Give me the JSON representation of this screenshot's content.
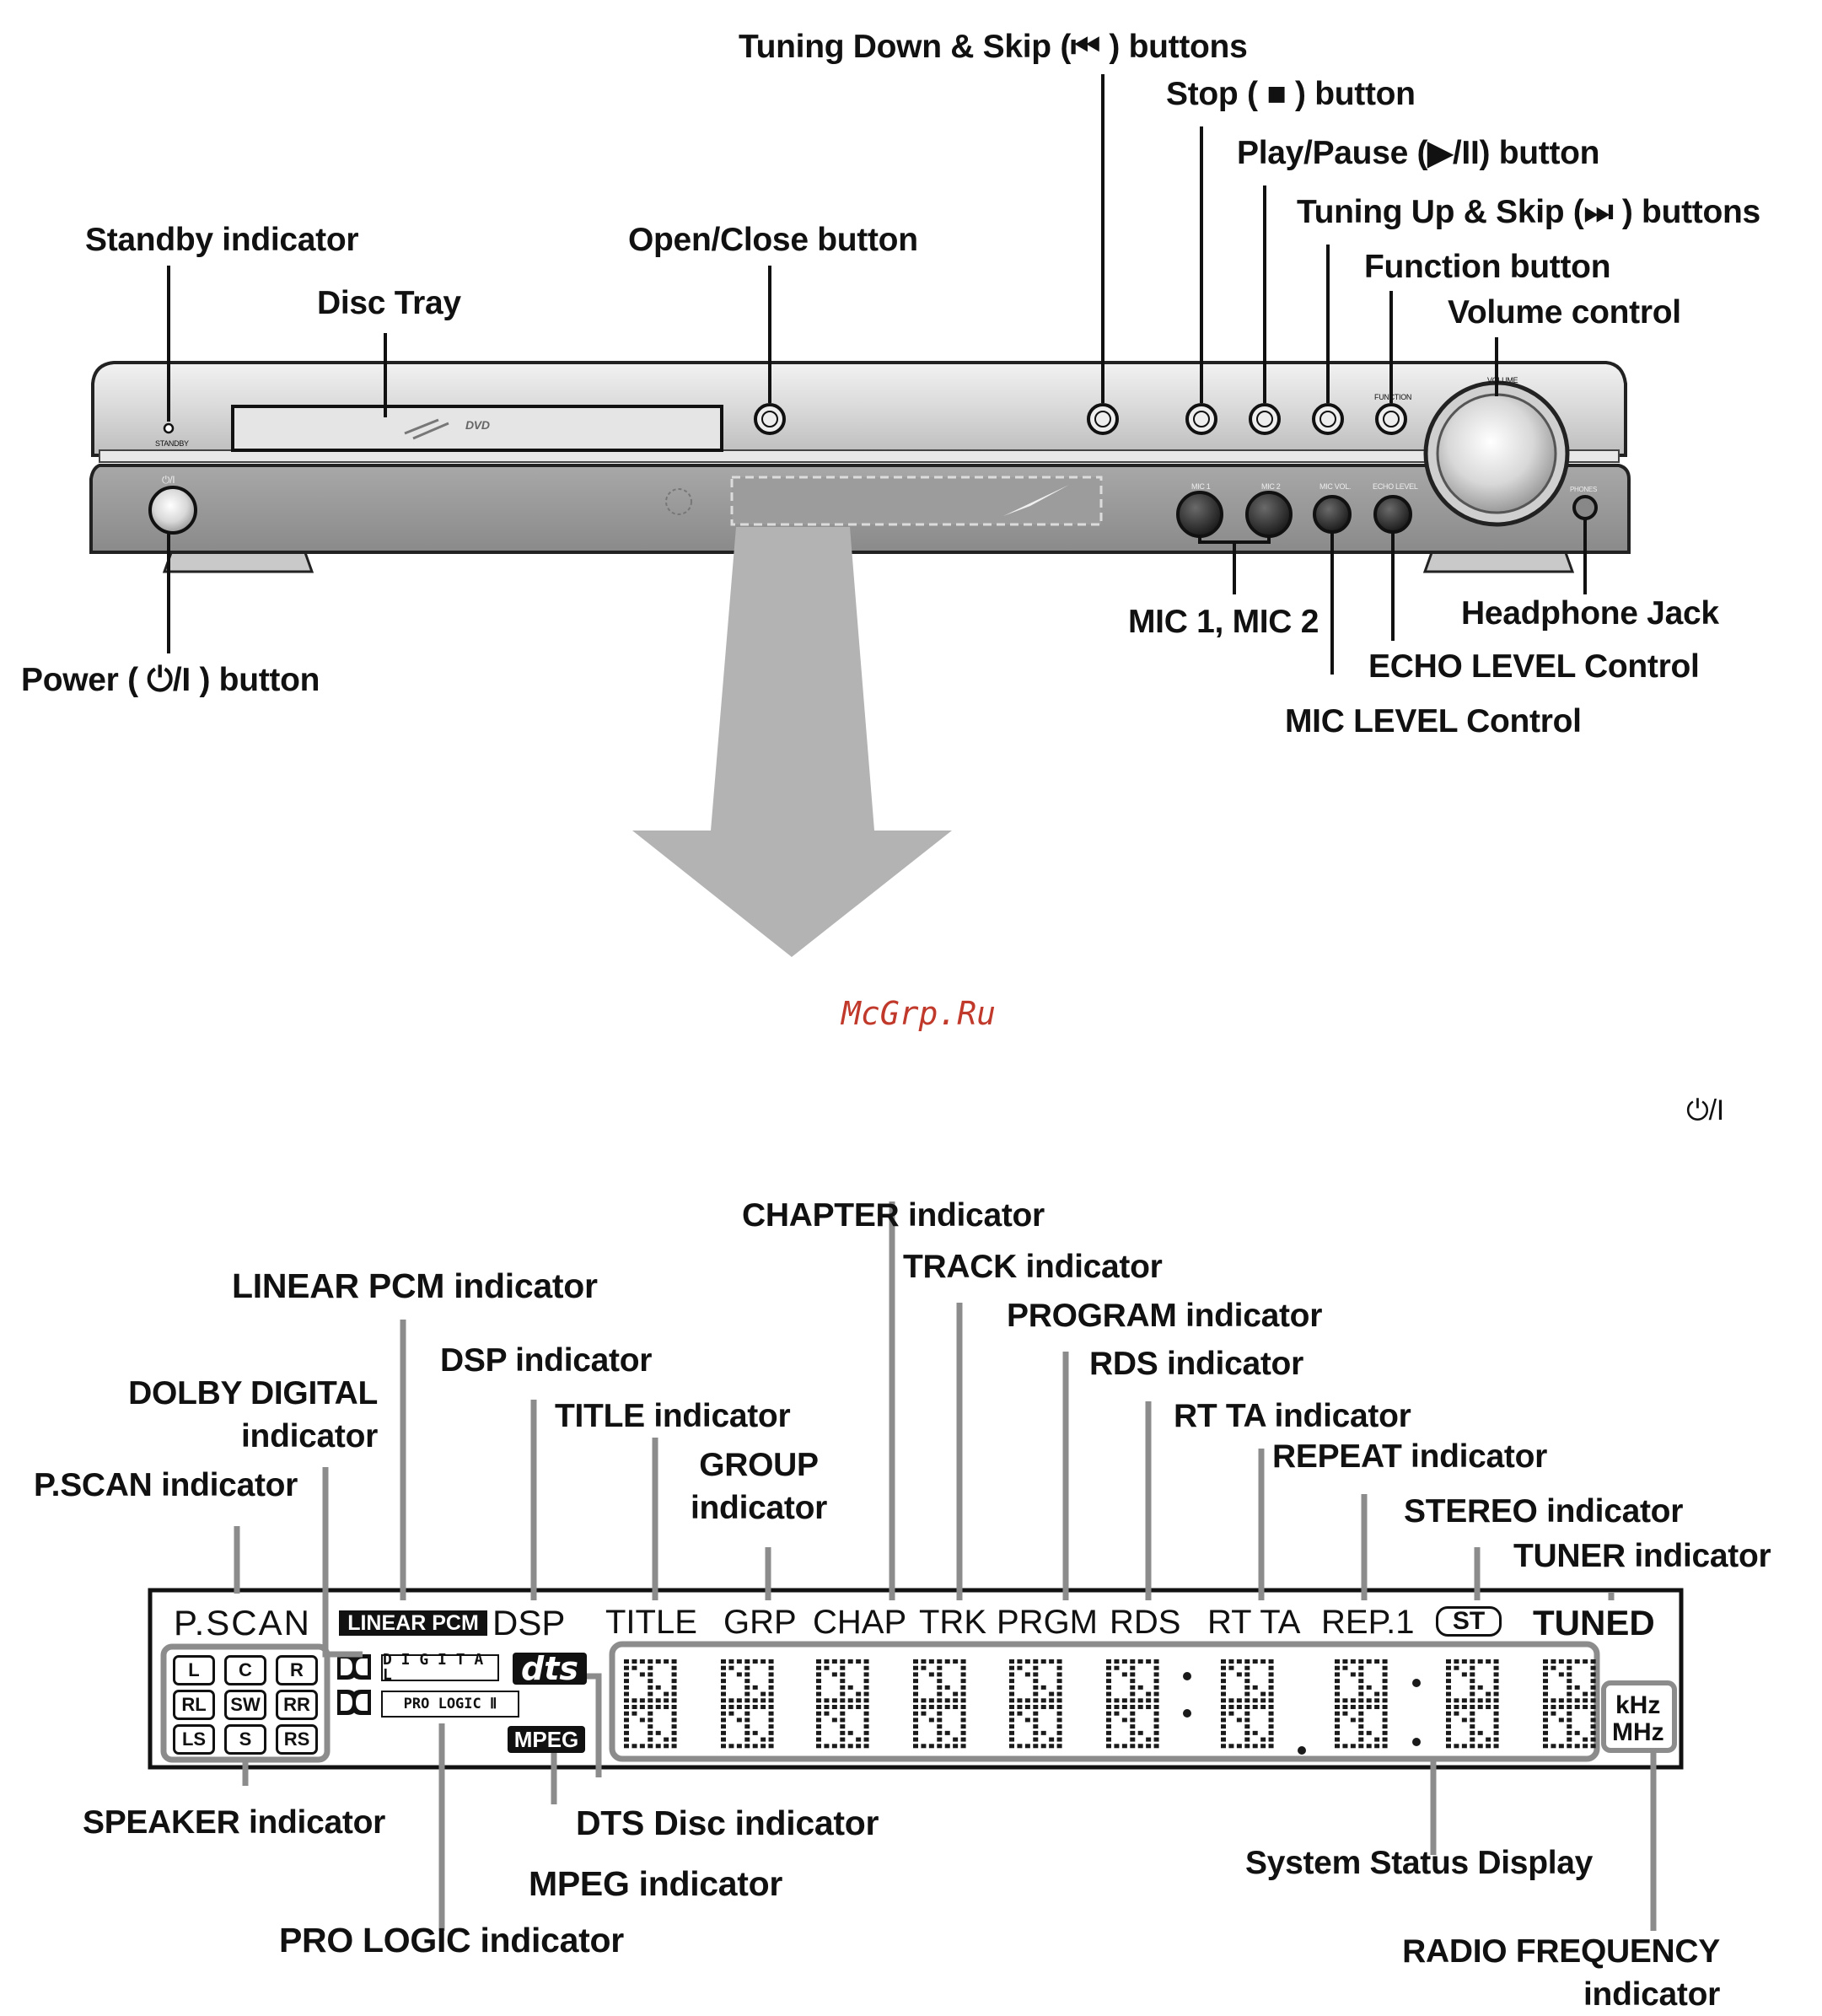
{
  "watermark": "McGrp.Ru",
  "power_symbol": "⏻/I",
  "front_panel": {
    "callouts": {
      "tuning_down": "Tuning Down & Skip (⏮ ) buttons",
      "stop": "Stop ( ■ ) button",
      "play_pause": "Play/Pause (▶/II) button",
      "tuning_up": "Tuning Up & Skip (⏭ ) buttons",
      "function": "Function button",
      "volume": "Volume control",
      "standby": "Standby indicator",
      "disc_tray": "Disc Tray",
      "open_close": "Open/Close button",
      "power": "Power ( ⏻/I ) button",
      "mic12": "MIC 1, MIC 2",
      "headphone": "Headphone Jack",
      "echo_level": "ECHO LEVEL Control",
      "mic_level": "MIC LEVEL Control"
    },
    "device_text": {
      "standby": "STANDBY",
      "dvd": "DVD",
      "function": "FUNCTION",
      "volume": "VOLUME",
      "mic1": "MIC 1",
      "mic2": "MIC 2",
      "mic_vol": "MIC VOL.",
      "echo_level": "ECHO LEVEL",
      "phones": "PHONES",
      "power_knob": "⏻/I"
    }
  },
  "display_panel": {
    "callouts": {
      "chapter": "CHAPTER indicator",
      "linear_pcm": "LINEAR PCM indicator",
      "track": "TRACK indicator",
      "program": "PROGRAM indicator",
      "dsp": "DSP indicator",
      "rds": "RDS indicator",
      "dolby_digital": "DOLBY DIGITAL\nindicator",
      "title": "TITLE indicator",
      "rt_ta": "RT TA indicator",
      "group": "GROUP\nindicator",
      "repeat": "REPEAT indicator",
      "pscan": "P.SCAN indicator",
      "stereo": "STEREO indicator",
      "tuner": "TUNER indicator",
      "speaker": "SPEAKER indicator",
      "dts": "DTS Disc indicator",
      "system_status": "System Status Display",
      "mpeg": "MPEG indicator",
      "pro_logic": "PRO LOGIC indicator",
      "radio_frequency": "RADIO FREQUENCY\nindicator"
    },
    "display_text": {
      "pscan": "P.SCAN",
      "linear_pcm": "LINEAR PCM",
      "dsp": "DSP",
      "title": "TITLE",
      "grp": "GRP",
      "chap": "CHAP",
      "trk": "TRK",
      "prgm": "PRGM",
      "rds": "RDS",
      "rt_ta": "RT TA",
      "rep1": "REP.1",
      "st": "ST",
      "tuned": "TUNED",
      "speakers": [
        "L",
        "C",
        "R",
        "RL",
        "SW",
        "RR",
        "LS",
        "S",
        "RS"
      ],
      "digital": "D I G I T A L",
      "pro_logic": "PRO LOGIC Ⅱ",
      "dts": "dts",
      "mpeg": "MPEG",
      "khz": "kHz",
      "mhz": "MHz"
    }
  }
}
